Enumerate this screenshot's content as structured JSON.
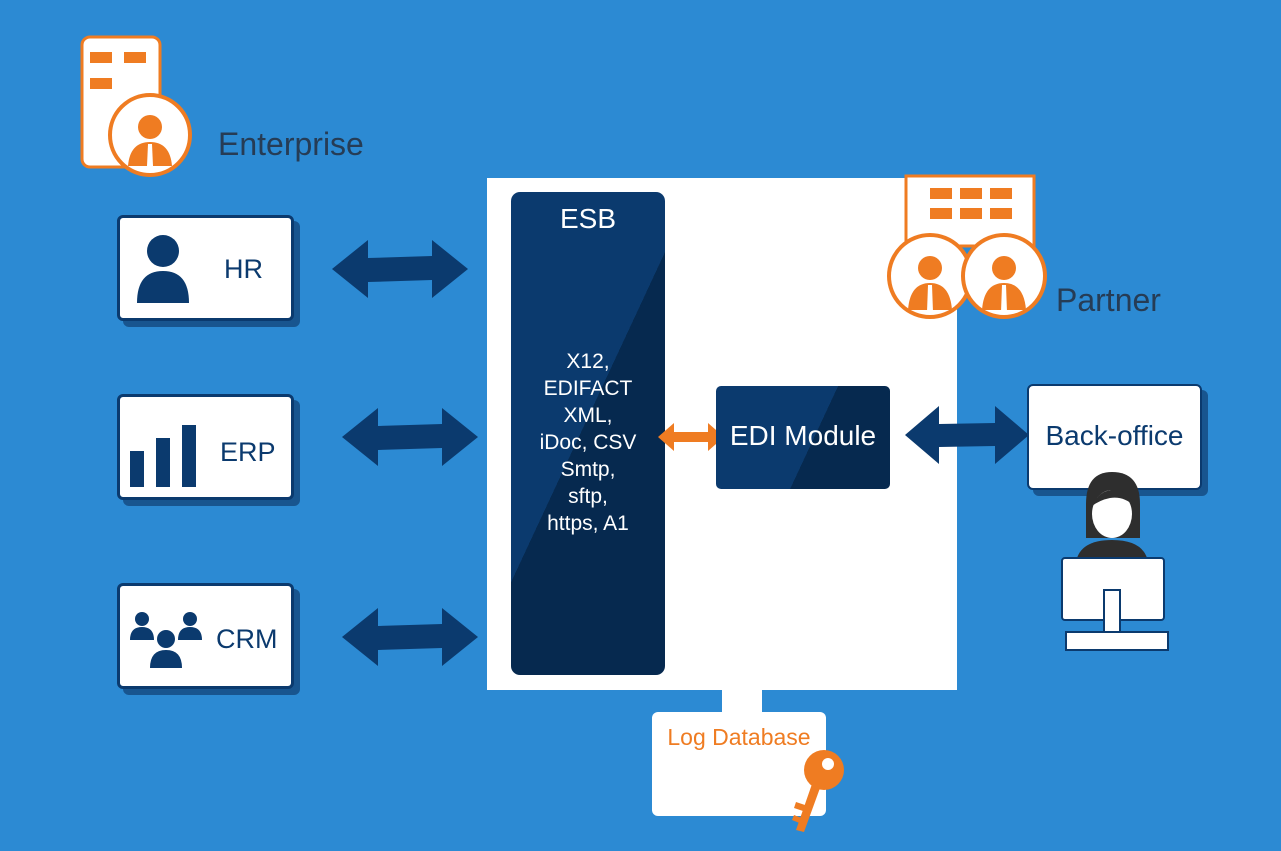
{
  "colors": {
    "background": "#2c8ad3",
    "navy": "#0b3a6e",
    "orange": "#ef7c22",
    "white": "#ffffff"
  },
  "enterprise": {
    "label": "Enterprise",
    "icon": "enterprise-building-person-icon"
  },
  "partner": {
    "label": "Partner",
    "icon": "partner-building-people-icon"
  },
  "systems": [
    {
      "label": "HR",
      "icon": "person-icon"
    },
    {
      "label": "ERP",
      "icon": "bar-chart-icon"
    },
    {
      "label": "CRM",
      "icon": "people-group-icon"
    }
  ],
  "esb": {
    "title": "ESB",
    "protocols": [
      "X12,",
      "EDIFACT",
      "XML,",
      "iDoc, CSV",
      "Smtp,",
      "sftp,",
      "https, A1"
    ]
  },
  "edi_module": {
    "label": "EDI Module"
  },
  "back_office": {
    "label": "Back-office",
    "icon": "woman-at-computer-icon"
  },
  "log_database": {
    "label": "Log Database",
    "icon": "key-icon"
  }
}
